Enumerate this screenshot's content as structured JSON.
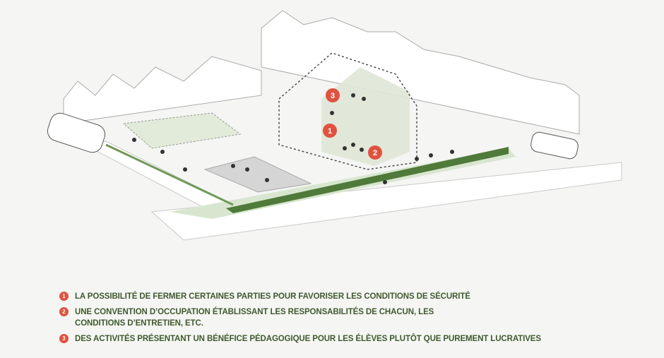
{
  "illustration": {
    "markers": [
      "1",
      "2",
      "3"
    ],
    "colors": {
      "accent_green": "#4f7a3a",
      "badge_red": "#e0523f",
      "text_green": "#3e5a2c"
    }
  },
  "legend": {
    "items": [
      {
        "number": "1",
        "text": "LA POSSIBILITÉ DE FERMER CERTAINES PARTIES POUR FAVORISER LES CONDITIONS DE SÉCURITÉ"
      },
      {
        "number": "2",
        "text": "UNE CONVENTION D’OCCUPATION ÉTABLISSANT LES RESPONSABILITÉS DE CHACUN, LES CONDITIONS D’ENTRETIEN, ETC."
      },
      {
        "number": "3",
        "text": "DES ACTIVITÉS PRÉSENTANT UN BÉNÉFICE PÉDAGOGIQUE POUR LES ÉLÈVES PLUTÔT QUE PUREMENT LUCRATIVES"
      }
    ]
  }
}
